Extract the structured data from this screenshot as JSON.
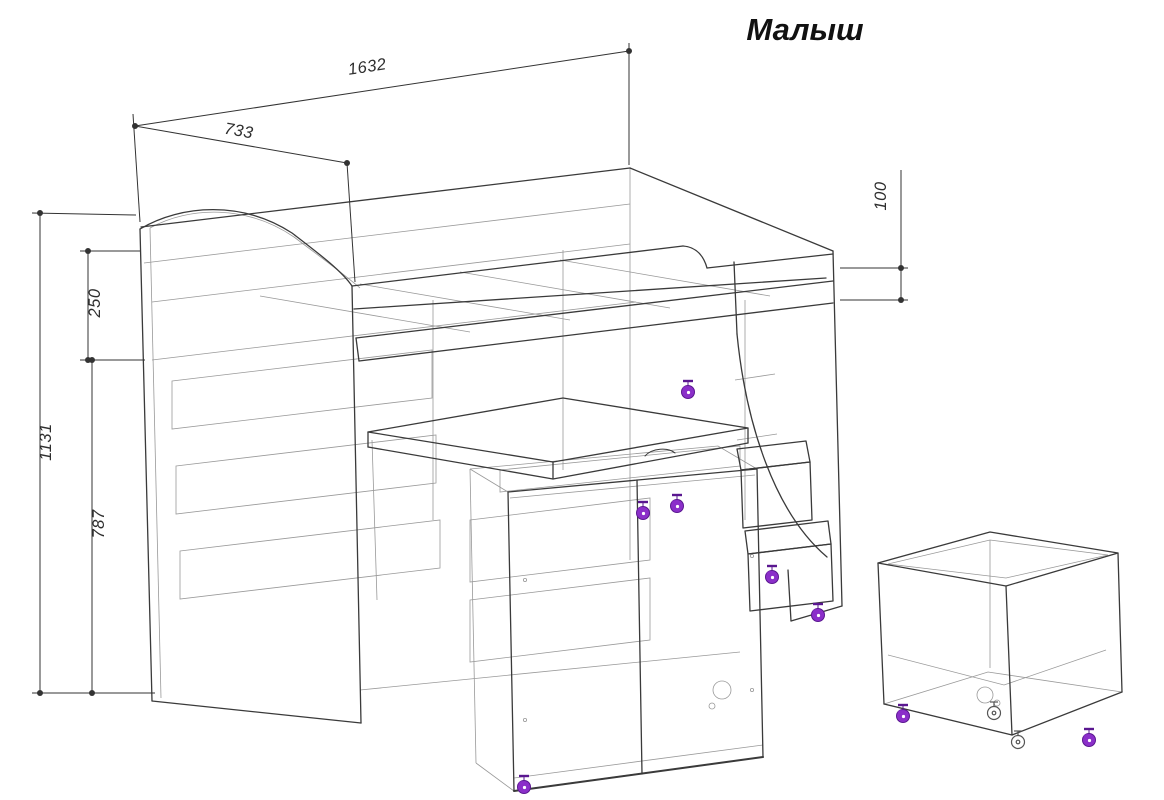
{
  "title": "Малыш",
  "dimensions": {
    "width_top": "1632",
    "depth": "733",
    "rail_height": "100",
    "upper_section": "250",
    "total_height": "1131",
    "lower_section": "787"
  },
  "colors": {
    "line": "#3a3a3a",
    "detail": "#999999",
    "dimension": "#333333",
    "caster_fill": "#8b2fc9",
    "caster_stroke": "#5a1790",
    "background": "#ffffff"
  }
}
